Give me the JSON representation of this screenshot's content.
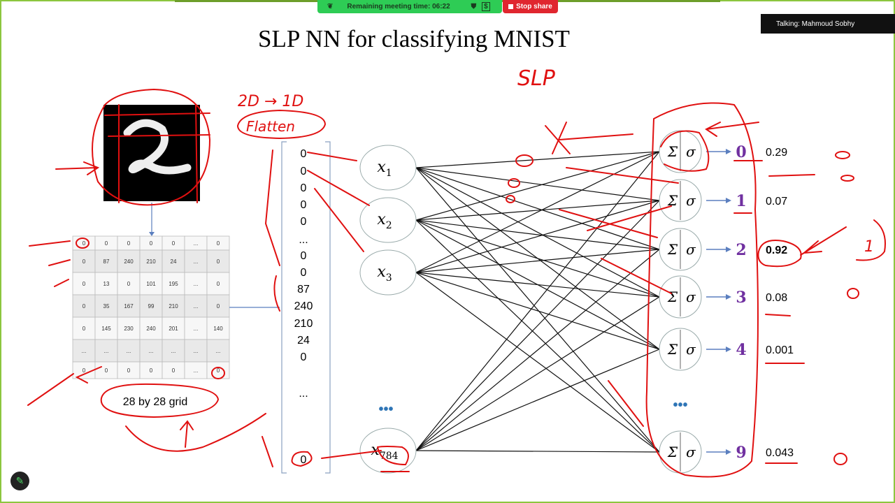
{
  "meeting": {
    "remaining_label": "Remaining meeting time: 06:22",
    "stop_share": "Stop share",
    "talking": "Talking: Mahmoud Sobhy",
    "dollar_icon": "$",
    "accent_green": "#2ecc55",
    "stop_red": "#e0262f"
  },
  "slide": {
    "title": "SLP NN for classifying MNIST",
    "grid_caption": "28 by 28 grid",
    "grid": [
      [
        "0",
        "0",
        "0",
        "0",
        "0",
        "...",
        "0"
      ],
      [
        "0",
        "87",
        "240",
        "210",
        "24",
        "...",
        "0"
      ],
      [
        "0",
        "13",
        "0",
        "101",
        "195",
        "...",
        "0"
      ],
      [
        "0",
        "35",
        "167",
        "99",
        "210",
        "...",
        "0"
      ],
      [
        "0",
        "145",
        "230",
        "240",
        "201",
        "...",
        "140"
      ],
      [
        "...",
        "...",
        "...",
        "...",
        "...",
        "...",
        "..."
      ],
      [
        "0",
        "0",
        "0",
        "0",
        "0",
        "...",
        "0"
      ]
    ],
    "vector": [
      "0",
      "0",
      "0",
      "0",
      "0",
      "...",
      "0",
      "0",
      "87",
      "240",
      "210",
      "24",
      "0",
      "...",
      "0"
    ],
    "inputs": [
      {
        "base": "x",
        "sub": "1"
      },
      {
        "base": "x",
        "sub": "2"
      },
      {
        "base": "x",
        "sub": "3"
      },
      {
        "base": "x",
        "sub": "784"
      }
    ],
    "ellipsis": "•••",
    "neuron": {
      "sum": "Σ",
      "act": "σ"
    },
    "outputs": [
      {
        "label": "0",
        "prob": "0.29"
      },
      {
        "label": "1",
        "prob": "0.07"
      },
      {
        "label": "2",
        "prob": "0.92"
      },
      {
        "label": "3",
        "prob": "0.08"
      },
      {
        "label": "4",
        "prob": "0.001"
      },
      {
        "label": "9",
        "prob": "0.043"
      }
    ],
    "label_color": "#7030a0",
    "annotations": {
      "slp": "SLP",
      "dims": "2D → 1D",
      "flatten": "Flatten",
      "one": "1",
      "zero": "0"
    },
    "annotation_color": "#e01010"
  }
}
